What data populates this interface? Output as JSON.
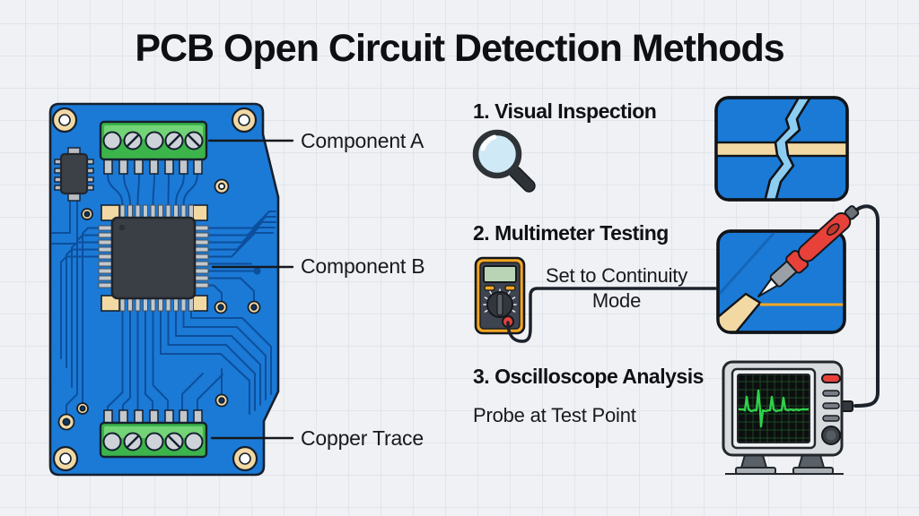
{
  "title": "PCB Open Circuit Detection Methods",
  "pcb_diagram": {
    "description": "annotated blue PCB with chip, terminal blocks, traces and vias",
    "labels": {
      "component_a": "Component A",
      "component_b": "Component B",
      "copper_trace": "Copper Trace"
    }
  },
  "methods": [
    {
      "heading": "1. Visual Inspection",
      "icon": "magnifying-glass-icon",
      "illustration": "cracked-copper-trace"
    },
    {
      "heading": "2. Multimeter Testing",
      "icon": "multimeter-icon",
      "note": "Set to Continuity Mode",
      "illustration": "test-probe-on-trace"
    },
    {
      "heading": "3. Oscilloscope Analysis",
      "icon": "oscilloscope-icon",
      "note": "Probe at Test Point",
      "illustration": "oscilloscope-waveform"
    }
  ],
  "colors": {
    "background": "#eff1f4",
    "grid_line": "#e1e5eb",
    "pcb_blue": "#1b7ad6",
    "trace_blue": "#0c4f9c",
    "copper_tan": "#f2d9a4",
    "terminal_green": "#3cb44b",
    "probe_red": "#e8413a",
    "multimeter_orange": "#f5a623",
    "waveform_green": "#2fd14a",
    "outline": "#15181c"
  }
}
